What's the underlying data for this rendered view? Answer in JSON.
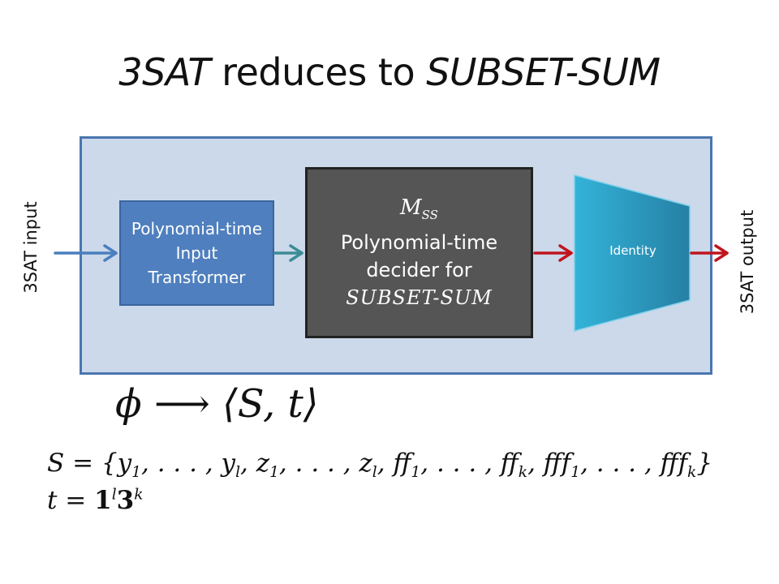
{
  "title": {
    "part1": "3SAT",
    "part2": " reduces to ",
    "part3": "SUBSET-SUM"
  },
  "labels": {
    "input": "3SAT input",
    "output": "3SAT output"
  },
  "transformer": {
    "text": "Polynomial-time Input Transformer"
  },
  "decider": {
    "machine": "M",
    "machine_sub": "SS",
    "line1": "Polynomial-time",
    "line2": "decider for",
    "line3": "SUBSET-SUM"
  },
  "identity": {
    "label": "Identity"
  },
  "formulas": {
    "mapping": "ϕ ⟶ ⟨S, t⟩",
    "set_prefix": "S = {",
    "t_prefix": "t = "
  },
  "colors": {
    "blue_arrow": "#4a7fbf",
    "teal_arrow": "#3a8c95",
    "red_arrow": "#c0141e",
    "outer_fill": "#cbd9ea",
    "decider_fill": "#555555"
  }
}
